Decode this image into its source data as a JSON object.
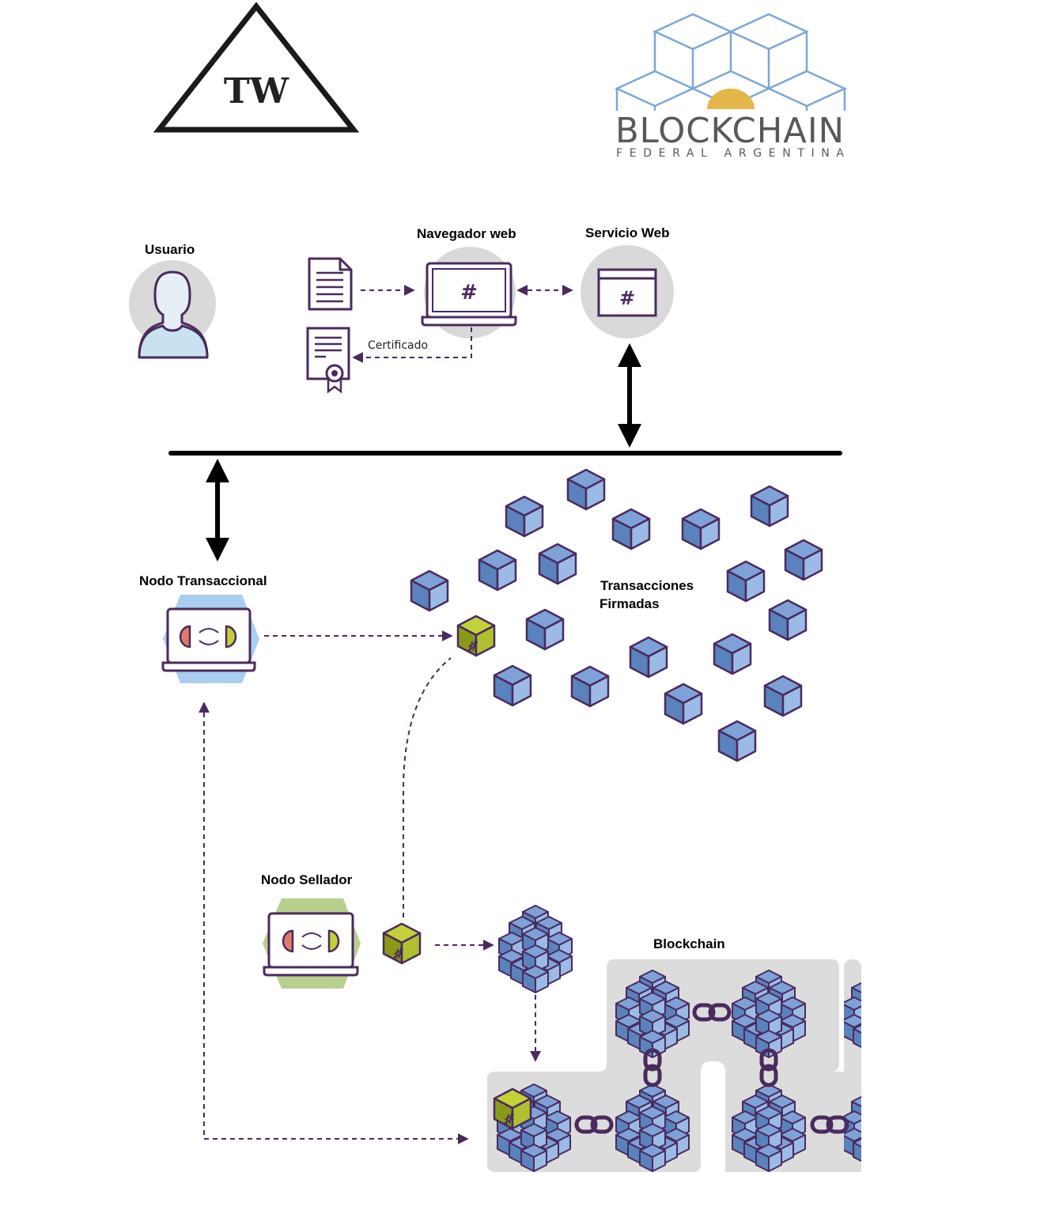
{
  "logos": {
    "left_logo_text": "TW",
    "right_logo_title": "BLOCKCHAIN",
    "right_logo_subtitle": "FEDERAL ARGENTINA"
  },
  "labels": {
    "usuario": "Usuario",
    "navegador": "Navegador web",
    "servicio": "Servicio Web",
    "certificado": "Certificado",
    "nodo_transaccional": "Nodo Transaccional",
    "transacciones_line1": "Transacciones",
    "transacciones_line2": "Firmadas",
    "nodo_sellador": "Nodo Sellador",
    "blockchain": "Blockchain"
  },
  "icons": {
    "hash": "#"
  },
  "colors": {
    "purple": "#4a2a5e",
    "cube_blue": "#6f95cf",
    "cube_green": "#a8b820",
    "node_blue": "#a9cff0",
    "node_green": "#b9cf8e",
    "panel_grey": "#dcdcdc",
    "logo_blue": "#7aa7d6",
    "logo_sun": "#e5b64a"
  }
}
